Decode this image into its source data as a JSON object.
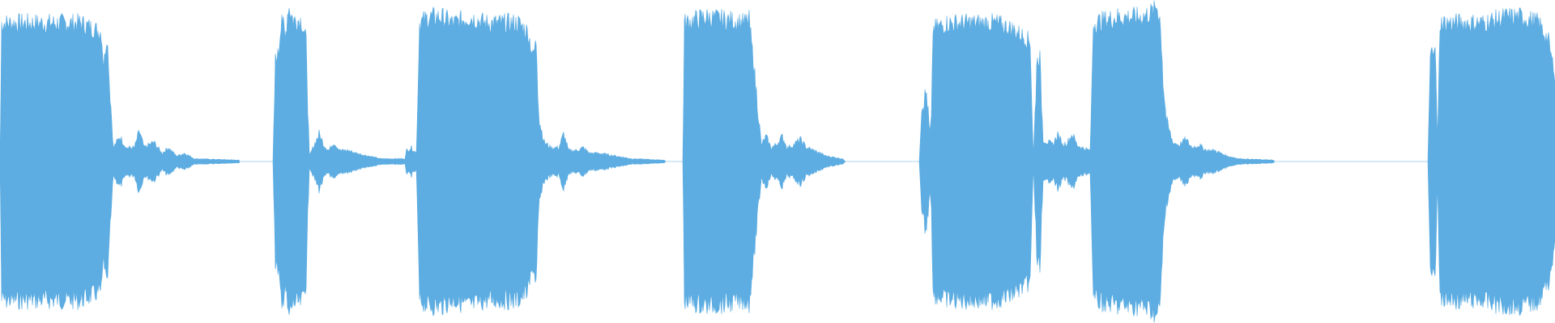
{
  "waveform": {
    "color": "#5DADE2",
    "background": "#FFFFFF",
    "baseline_fraction": 0.5,
    "peak_envelope": [
      [
        0,
        0.0
      ],
      [
        2,
        0.46
      ],
      [
        20,
        0.46
      ],
      [
        60,
        0.46
      ],
      [
        100,
        0.46
      ],
      [
        125,
        0.43
      ],
      [
        128,
        0.32
      ],
      [
        132,
        0.42
      ],
      [
        136,
        0.25
      ],
      [
        140,
        0.05
      ],
      [
        148,
        0.09
      ],
      [
        156,
        0.05
      ],
      [
        166,
        0.05
      ],
      [
        172,
        0.11
      ],
      [
        178,
        0.05
      ],
      [
        190,
        0.07
      ],
      [
        200,
        0.03
      ],
      [
        208,
        0.05
      ],
      [
        218,
        0.02
      ],
      [
        228,
        0.03
      ],
      [
        240,
        0.01
      ],
      [
        295,
        0.005
      ],
      [
        296,
        0.0
      ],
      [
        337,
        0.0
      ],
      [
        340,
        0.34
      ],
      [
        344,
        0.36
      ],
      [
        348,
        0.5
      ],
      [
        352,
        0.4
      ],
      [
        356,
        0.52
      ],
      [
        362,
        0.47
      ],
      [
        372,
        0.47
      ],
      [
        378,
        0.4
      ],
      [
        382,
        0.02
      ],
      [
        388,
        0.06
      ],
      [
        394,
        0.1
      ],
      [
        400,
        0.06
      ],
      [
        406,
        0.04
      ],
      [
        412,
        0.07
      ],
      [
        420,
        0.04
      ],
      [
        430,
        0.04
      ],
      [
        440,
        0.03
      ],
      [
        455,
        0.02
      ],
      [
        470,
        0.01
      ],
      [
        500,
        0.01
      ],
      [
        502,
        0.04
      ],
      [
        508,
        0.05
      ],
      [
        514,
        0.03
      ],
      [
        518,
        0.46
      ],
      [
        530,
        0.48
      ],
      [
        545,
        0.48
      ],
      [
        560,
        0.46
      ],
      [
        580,
        0.48
      ],
      [
        600,
        0.46
      ],
      [
        625,
        0.46
      ],
      [
        640,
        0.46
      ],
      [
        652,
        0.43
      ],
      [
        658,
        0.35
      ],
      [
        662,
        0.4
      ],
      [
        666,
        0.15
      ],
      [
        672,
        0.07
      ],
      [
        680,
        0.05
      ],
      [
        690,
        0.05
      ],
      [
        696,
        0.1
      ],
      [
        702,
        0.04
      ],
      [
        712,
        0.04
      ],
      [
        720,
        0.05
      ],
      [
        728,
        0.03
      ],
      [
        740,
        0.03
      ],
      [
        760,
        0.02
      ],
      [
        780,
        0.01
      ],
      [
        820,
        0.005
      ],
      [
        822,
        0.0
      ],
      [
        843,
        0.0
      ],
      [
        845,
        0.46
      ],
      [
        870,
        0.48
      ],
      [
        900,
        0.47
      ],
      [
        918,
        0.46
      ],
      [
        925,
        0.47
      ],
      [
        930,
        0.34
      ],
      [
        934,
        0.25
      ],
      [
        940,
        0.06
      ],
      [
        946,
        0.09
      ],
      [
        952,
        0.05
      ],
      [
        958,
        0.06
      ],
      [
        966,
        0.09
      ],
      [
        972,
        0.05
      ],
      [
        980,
        0.06
      ],
      [
        988,
        0.08
      ],
      [
        996,
        0.05
      ],
      [
        1005,
        0.04
      ],
      [
        1020,
        0.02
      ],
      [
        1040,
        0.01
      ],
      [
        1044,
        0.0
      ],
      [
        1135,
        0.0
      ],
      [
        1138,
        0.2
      ],
      [
        1144,
        0.25
      ],
      [
        1148,
        0.1
      ],
      [
        1150,
        0.15
      ],
      [
        1152,
        0.44
      ],
      [
        1170,
        0.46
      ],
      [
        1200,
        0.46
      ],
      [
        1230,
        0.46
      ],
      [
        1250,
        0.44
      ],
      [
        1272,
        0.4
      ],
      [
        1276,
        0.02
      ],
      [
        1280,
        0.33
      ],
      [
        1284,
        0.35
      ],
      [
        1288,
        0.08
      ],
      [
        1294,
        0.07
      ],
      [
        1300,
        0.06
      ],
      [
        1306,
        0.1
      ],
      [
        1312,
        0.06
      ],
      [
        1318,
        0.07
      ],
      [
        1324,
        0.1
      ],
      [
        1330,
        0.06
      ],
      [
        1336,
        0.05
      ],
      [
        1346,
        0.04
      ],
      [
        1350,
        0.46
      ],
      [
        1380,
        0.48
      ],
      [
        1410,
        0.48
      ],
      [
        1425,
        0.5
      ],
      [
        1428,
        0.52
      ],
      [
        1432,
        0.48
      ],
      [
        1436,
        0.3
      ],
      [
        1440,
        0.15
      ],
      [
        1448,
        0.07
      ],
      [
        1456,
        0.06
      ],
      [
        1464,
        0.08
      ],
      [
        1472,
        0.05
      ],
      [
        1480,
        0.06
      ],
      [
        1490,
        0.04
      ],
      [
        1500,
        0.04
      ],
      [
        1515,
        0.02
      ],
      [
        1530,
        0.01
      ],
      [
        1572,
        0.005
      ],
      [
        1574,
        0.0
      ],
      [
        1763,
        0.0
      ],
      [
        1766,
        0.35
      ],
      [
        1772,
        0.4
      ],
      [
        1775,
        0.08
      ],
      [
        1778,
        0.46
      ],
      [
        1800,
        0.46
      ],
      [
        1830,
        0.46
      ],
      [
        1860,
        0.48
      ],
      [
        1880,
        0.48
      ],
      [
        1900,
        0.46
      ],
      [
        1908,
        0.42
      ],
      [
        1912,
        0.4
      ],
      [
        1916,
        0.34
      ],
      [
        1920,
        0.3
      ]
    ]
  }
}
